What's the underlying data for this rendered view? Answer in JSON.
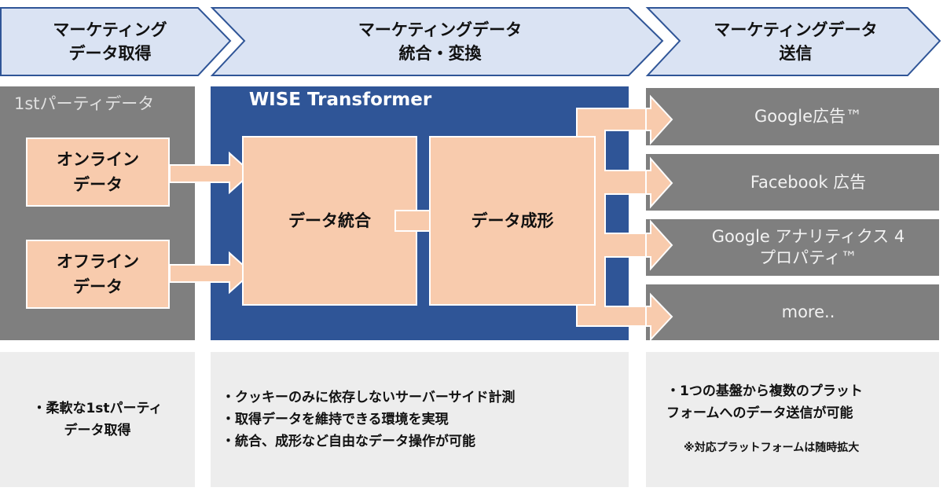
{
  "header": {
    "stage1": [
      "マーケティング",
      "データ取得"
    ],
    "stage2": [
      "マーケティングデータ",
      "統合・変換"
    ],
    "stage3": [
      "マーケティングデータ",
      "送信"
    ]
  },
  "acquisition": {
    "title": "1stパーティデータ",
    "online": [
      "オンライン",
      "データ"
    ],
    "offline": [
      "オフライン",
      "データ"
    ]
  },
  "transformer": {
    "title": "WISE Transformer",
    "integrate": "データ統合",
    "shape": "データ成形"
  },
  "destinations": [
    {
      "lines": [
        "Google広告™"
      ]
    },
    {
      "lines": [
        "Facebook 広告"
      ]
    },
    {
      "lines": [
        "Google アナリティクス 4",
        "プロパティ™"
      ]
    },
    {
      "lines": [
        "more.."
      ]
    }
  ],
  "notes": {
    "acquisition": [
      "・柔軟な1stパーティ",
      "データ取得"
    ],
    "transformer": [
      "・クッキーのみに依存しないサーバーサイド計測",
      "・取得データを維持できる環境を実現",
      "・統合、成形など自由なデータ操作が可能"
    ],
    "send": [
      "・1つの基盤から複数のプラット",
      "フォームへのデータ送信が可能"
    ],
    "send_footnote": "※対応プラットフォームは随時拡大"
  },
  "colors": {
    "header_fill": "#dae3f3",
    "header_stroke": "#2f5597",
    "blue": "#2f5597",
    "gray": "#7f7f7f",
    "peach": "#f8cbad",
    "note_bg": "#ededed"
  }
}
